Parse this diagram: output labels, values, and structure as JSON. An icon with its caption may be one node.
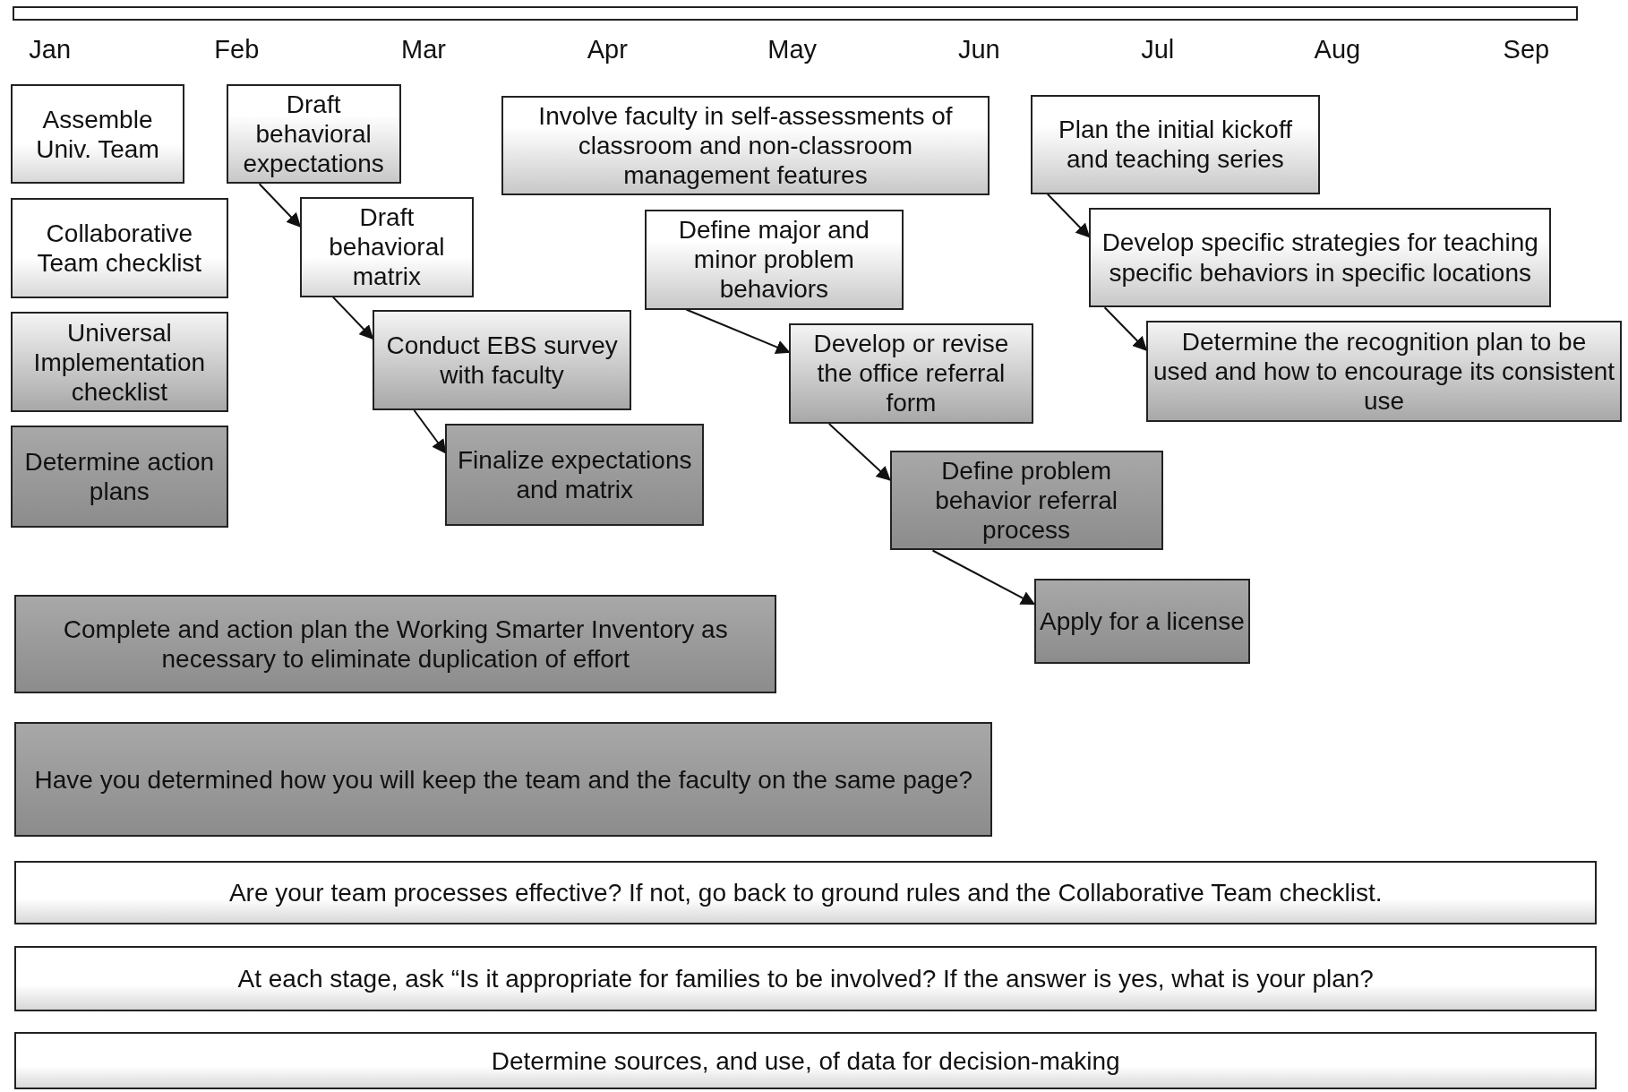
{
  "diagram": {
    "nodes": [
      {
        "text": [],
        "shape": "bar"
      },
      {
        "text": [
          "Assemble Univ. Team"
        ]
      },
      {
        "text": [
          "Draft behavioral expectations"
        ]
      },
      {
        "text": [
          "Involve faculty in self-assessments of classroom and non-classroom management features"
        ]
      },
      {
        "text": [
          "Plan the initial kickoff and teaching series"
        ]
      },
      {
        "text": [
          "Collaborative Team checklist"
        ]
      },
      {
        "text": [
          "Draft behavioral matrix"
        ]
      },
      {
        "text": [
          "Define major and minor problem behaviors"
        ]
      },
      {
        "text": [
          "Develop specific strategies for teaching specific behaviors in specific locations"
        ]
      },
      {
        "text": [
          "Universal Implementation checklist"
        ]
      },
      {
        "text": [
          "Conduct EBS survey with faculty"
        ]
      },
      {
        "text": [
          "Develop or revise the office referral form"
        ]
      },
      {
        "text": [
          "Determine the recognition plan to be used and how to encourage its consistent use"
        ]
      },
      {
        "text": [
          "Determine action plans"
        ]
      },
      {
        "text": [
          "Finalize expectations and matrix"
        ]
      },
      {
        "text": [
          "Define problem behavior referral process"
        ]
      },
      {
        "text": [
          "Apply for a license"
        ]
      },
      {
        "text": [
          "Complete and action plan the Working Smarter Inventory as necessary to eliminate duplication of effort"
        ]
      },
      {
        "text": [
          "Have you determined how you will keep the team and the faculty on the same page?"
        ]
      },
      {
        "text": [
          "Are your team processes effective?  If not, go back to ground rules and the Collaborative Team checklist."
        ]
      },
      {
        "text": [
          "At each stage, ask “Is it appropriate for families to be involved?  If the answer is yes, what is your plan?"
        ]
      },
      {
        "text": [
          "Determine sources, and use, of data for decision-making"
        ]
      }
    ],
    "edges": [
      {
        "from": 2,
        "to": 6,
        "arrow": "to"
      },
      {
        "from": 6,
        "to": 10,
        "arrow": "to"
      },
      {
        "from": 10,
        "to": 14,
        "arrow": "to"
      },
      {
        "from": 7,
        "to": 11,
        "arrow": "to"
      },
      {
        "from": 11,
        "to": 15,
        "arrow": "to"
      },
      {
        "from": 15,
        "to": 16,
        "arrow": "to"
      },
      {
        "from": 4,
        "to": 8,
        "arrow": "to"
      },
      {
        "from": 8,
        "to": 12,
        "arrow": "to"
      }
    ],
    "labels": [
      "Jan",
      "Feb",
      "Mar",
      "Apr",
      "May",
      "Jun",
      "Jul",
      "Aug",
      "Sep"
    ]
  }
}
